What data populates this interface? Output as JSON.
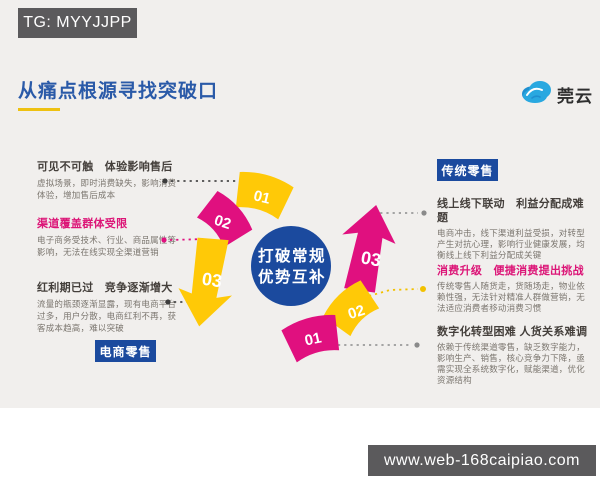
{
  "overlays": {
    "top_badge": "TG: MYYJJPP",
    "bottom_badge": "www.web-168caipiao.com"
  },
  "header": {
    "title": "从痛点根源寻找突破口",
    "logo_text": "莞云"
  },
  "diagram": {
    "center_line1": "打破常规",
    "center_line2": "优势互补",
    "left_numbers": {
      "n1": "01",
      "n2": "02",
      "n3": "03"
    },
    "right_numbers": {
      "n1": "01",
      "n2": "02",
      "n3": "03"
    }
  },
  "ecommerce": {
    "label": "电商零售",
    "sections": [
      {
        "heading": "可见不可触　体验影响售后",
        "body": "虚拟场景，即时消费缺失，影响消费体验，增加售后成本"
      },
      {
        "heading": "渠道覆盖群体受限",
        "body": "电子商务受技术、行业、商品属性等影响，无法在线实现全渠道营销"
      },
      {
        "heading": "红利期已过　竞争逐渐增大",
        "body": "流量的瓶颈逐渐显露，现有电商平台过多，用户分散，电商红利不再，获客成本趋高，难以突破"
      }
    ]
  },
  "traditional": {
    "label": "传统零售",
    "sections": [
      {
        "heading": "线上线下联动　利益分配成难题",
        "body": "电商冲击，线下渠道利益受损，对转型产生对抗心理，影响行业健康发展，均衡线上线下利益分配成关键"
      },
      {
        "heading": "消费升级　便捷消费提出挑战",
        "body": "传统零售人随货走，货随场走，物业依赖性强，无法针对精准人群做营销，无法适应消费者移动消费习惯"
      },
      {
        "heading": "数字化转型困难 人货关系难调",
        "body": "依赖于传统渠道零售，缺乏数字能力，影响生产、销售，核心竞争力下降，亟需实现全系统数字化，赋能渠道，优化资源结构"
      }
    ]
  },
  "colors": {
    "accent_blue": "#1b4a9e",
    "magenta": "#e0107f",
    "yellow": "#ffc907",
    "title_blue": "#2a5aa8",
    "underline_gold": "#eec111",
    "badge_gray": "#5b5a5c"
  }
}
